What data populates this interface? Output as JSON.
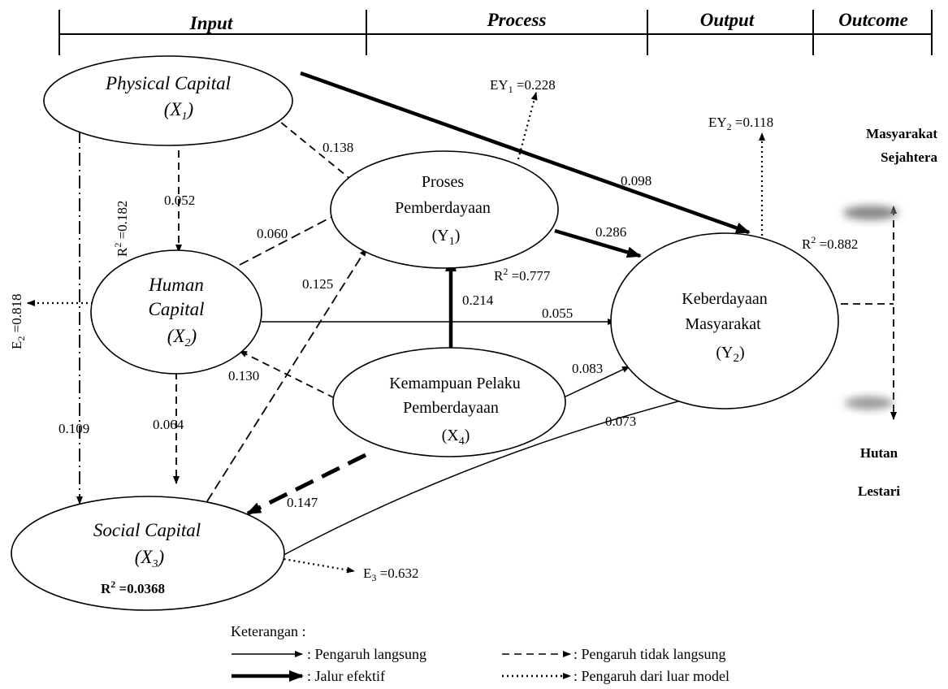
{
  "headers": {
    "input": "Input",
    "process": "Process",
    "output": "Output",
    "outcome": "Outcome"
  },
  "nodes": {
    "x1": {
      "line1": "Physical Capital",
      "line2": "(X",
      "sub": "1",
      "close": ")"
    },
    "x2": {
      "line1": "Human",
      "line2": "Capital",
      "line3": "(X",
      "sub": "2",
      "close": ")"
    },
    "x3": {
      "line1": "Social Capital",
      "line2": "(X",
      "sub": "3",
      "close": ")"
    },
    "x4": {
      "line1": "Kemampuan Pelaku",
      "line2": "Pemberdayaan",
      "line3": "(X",
      "sub": "4",
      "close": ")"
    },
    "y1": {
      "line1": "Proses",
      "line2": "Pemberdayaan",
      "line3": "(Y",
      "sub": "1",
      "close": ")"
    },
    "y2": {
      "line1": "Keberdayaan",
      "line2": "Masyarakat",
      "line3": "(Y",
      "sub": "2",
      "close": ")"
    }
  },
  "coefficients": {
    "x1_y2": "0.098",
    "x1_y1": "0.138",
    "x1_x2": "0.052",
    "x1_x3": "0.109",
    "x2_y1": "0.060",
    "x3_y1": "0.125",
    "x2_y2": "0.055",
    "x2_x3": "0.064",
    "x4_x2": "0.130",
    "x4_y1": "0.214",
    "x4_y2": "0.083",
    "x4_x3": "0.147",
    "x3_y2": "0.073",
    "y1_y2": "0.286"
  },
  "errors": {
    "ey1_prefix": "EY",
    "ey1_sub": "1",
    "ey1_value": " =0.228",
    "ey2_prefix": "EY",
    "ey2_sub": "2",
    "ey2_value": " =0.118",
    "e2_prefix": "E",
    "e2_sub": "2",
    "e2_value": " =0.818",
    "e3_prefix": "E",
    "e3_sub": "3",
    "e3_value": " =0.632"
  },
  "r_squared": {
    "x2_prefix": "R",
    "x2_sup": "2",
    "x2_value": " =0.182",
    "y1_prefix": "R",
    "y1_sup": "2",
    "y1_value": " =0.777",
    "y2_prefix": "R",
    "y2_sup": "2",
    "y2_value": " =0.882",
    "x3_prefix": "R",
    "x3_sup": "2",
    "x3_value": " =0.0368"
  },
  "outcomes": {
    "top_line1": "Masyarakat",
    "top_line2": "Sejahtera",
    "bottom_line1": "Hutan",
    "bottom_line2": "Lestari"
  },
  "legend": {
    "title": "Keterangan :",
    "direct": ": Pengaruh langsung",
    "indirect": ": Pengaruh tidak langsung",
    "effective": ": Jalur efektif",
    "external": ": Pengaruh dari luar model"
  }
}
